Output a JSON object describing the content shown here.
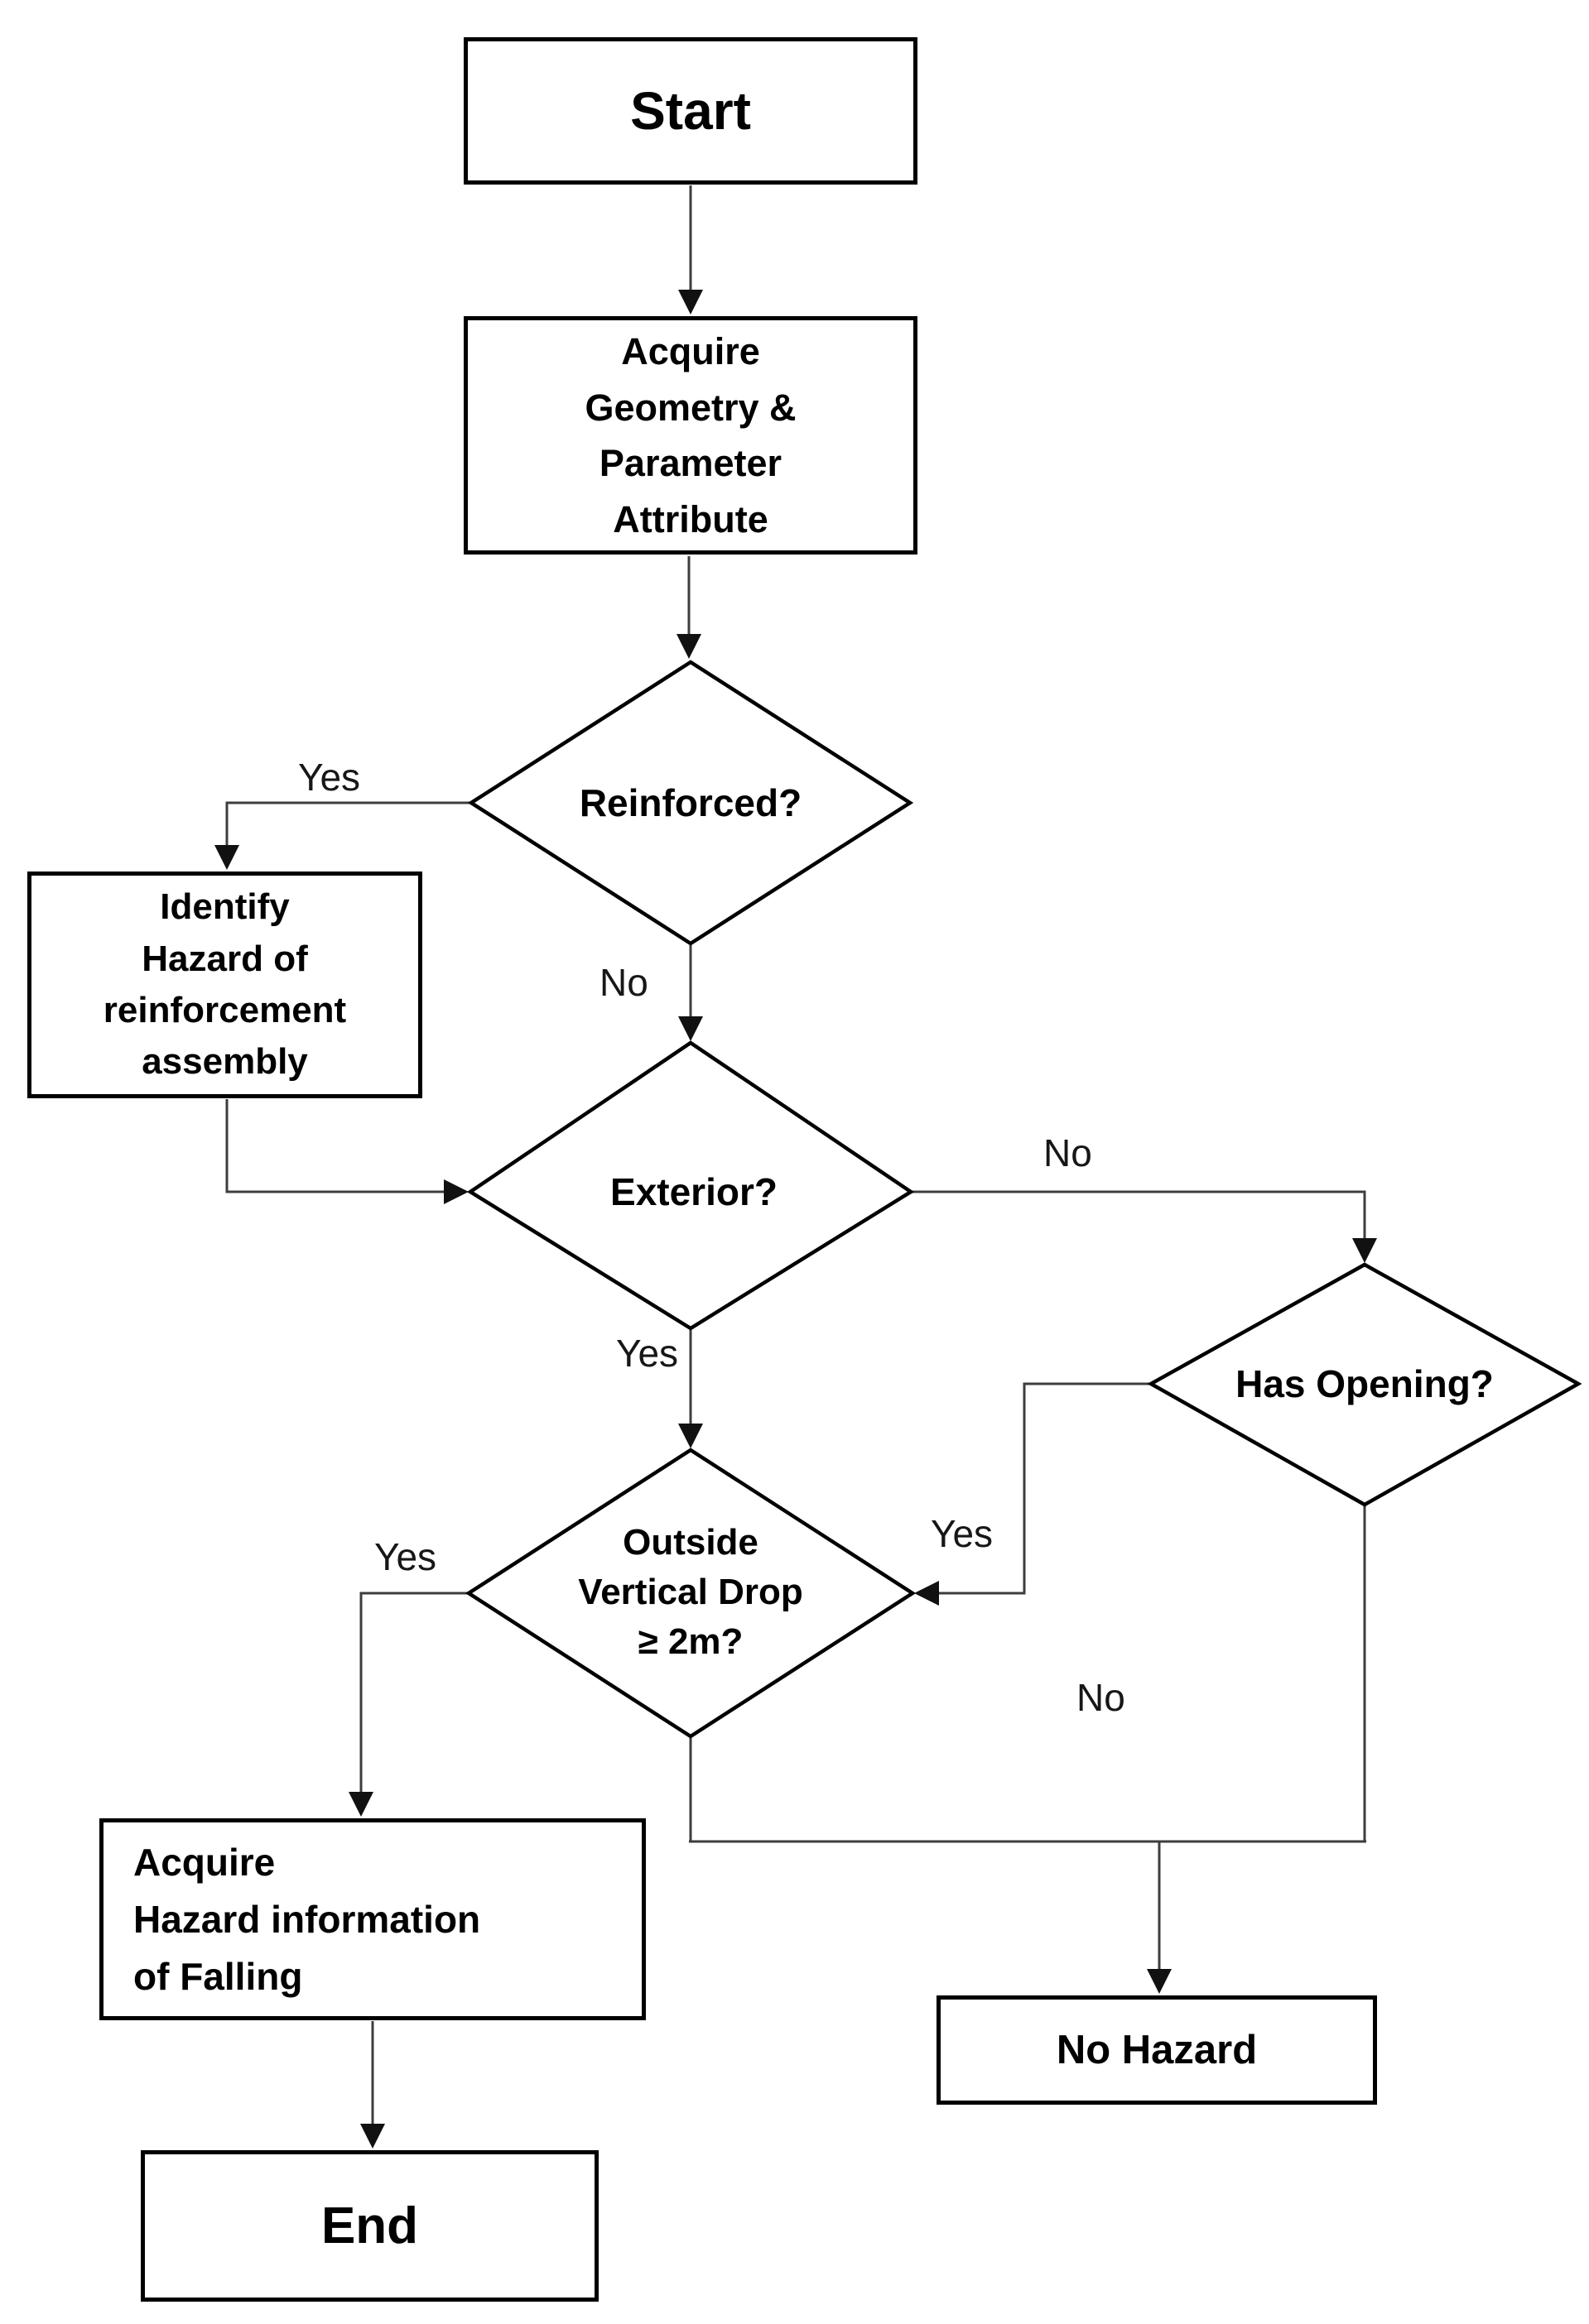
{
  "diagram": {
    "background_color": "#ffffff",
    "shape_stroke_color": "#000000",
    "connector_color": "#3d3d3d",
    "nodes": {
      "start": {
        "type": "process",
        "label": "Start"
      },
      "acquire_geometry": {
        "type": "process",
        "label": "Acquire\nGeometry &\nParameter\nAttribute"
      },
      "reinforced": {
        "type": "decision",
        "label": "Reinforced?"
      },
      "identify_hazard": {
        "type": "process",
        "label": "Identify\nHazard of\nreinforcement\nassembly"
      },
      "exterior": {
        "type": "decision",
        "label": "Exterior?"
      },
      "has_opening": {
        "type": "decision",
        "label": "Has Opening?"
      },
      "outside_drop": {
        "type": "decision",
        "label": "Outside\nVertical Drop\n≥ 2m?"
      },
      "acquire_falling": {
        "type": "process",
        "label": "Acquire\nHazard information\nof Falling"
      },
      "no_hazard": {
        "type": "process",
        "label": "No Hazard"
      },
      "end": {
        "type": "process",
        "label": "End"
      }
    },
    "edge_labels": {
      "reinforced_yes": "Yes",
      "reinforced_no": "No",
      "exterior_no": "No",
      "exterior_yes": "Yes",
      "has_opening_yes": "Yes",
      "has_opening_no": "No",
      "outside_drop_yes": "Yes"
    }
  }
}
